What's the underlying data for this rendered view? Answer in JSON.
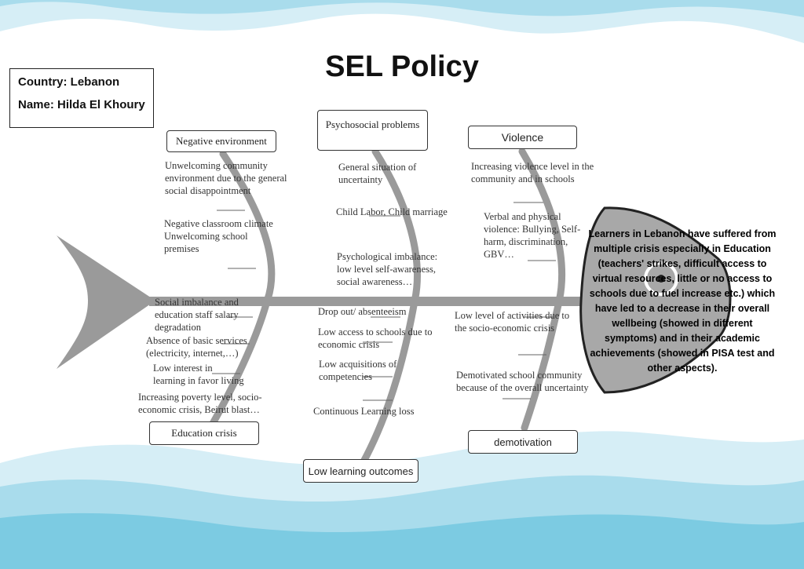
{
  "title": "SEL Policy",
  "info": {
    "country": "Country: Lebanon",
    "name": "Name: Hilda El Khoury"
  },
  "categories": {
    "negative_environment": "Negative environment",
    "psychosocial_problems": "Psychosocial problems",
    "violence": "Violence",
    "education_crisis": "Education crisis",
    "low_learning_outcomes": "Low learning outcomes",
    "demotivation": "demotivation"
  },
  "causes": {
    "neg_env_1": "Unwelcoming community\nenvironment due to the general\nsocial disappointment",
    "neg_env_2": "Negative classroom climate\n  Unwelcoming school\n  premises",
    "psy_1": "General situation of\nuncertainty",
    "psy_2": "Child Labor, Child marriage",
    "psy_3": "Psychological imbalance:\nlow level self-awareness,\nsocial awareness…",
    "vio_1": "Increasing violence level in the\ncommunity and in schools",
    "vio_2": "Verbal and physical\nviolence: Bullying, Self-\nharm, discrimination,\nGBV…",
    "edu_1": "Social imbalance and\neducation staff salary\ndegradation",
    "edu_2": "Absence of basic services\n(electricity, internet,…)",
    "edu_3": "Low interest in\nlearning in favor living",
    "edu_4": "Increasing poverty level, socio-\neconomic crisis, Beirut blast…",
    "low_1": "Drop out/ absenteeism",
    "low_2": "Low access to schools due to\neconomic crisis",
    "low_3": "Low acquisitions of\ncompetencies",
    "low_4": "Continuous Learning loss",
    "dem_1": "Low level of activities due to\nthe socio-economic crisis",
    "dem_2": "Demotivated school community\nbecause of the overall uncertainty"
  },
  "problem_statement": "Learners in Lebanon have suffered from multiple crisis especially in Education (teachers' strikes, difficult access to virtual resources, little or no access to schools due to fuel increase etc.)  which have led to a decrease in their overall wellbeing (showed in different symptoms) and in their academic achievements (showed in PISA test and other aspects).",
  "colors": {
    "wave_light": "#d6eef6",
    "wave_mid": "#a9dcec",
    "wave_dark": "#7ccbe2",
    "bone": "#9a9a9a",
    "head": "#a8a8a8"
  }
}
